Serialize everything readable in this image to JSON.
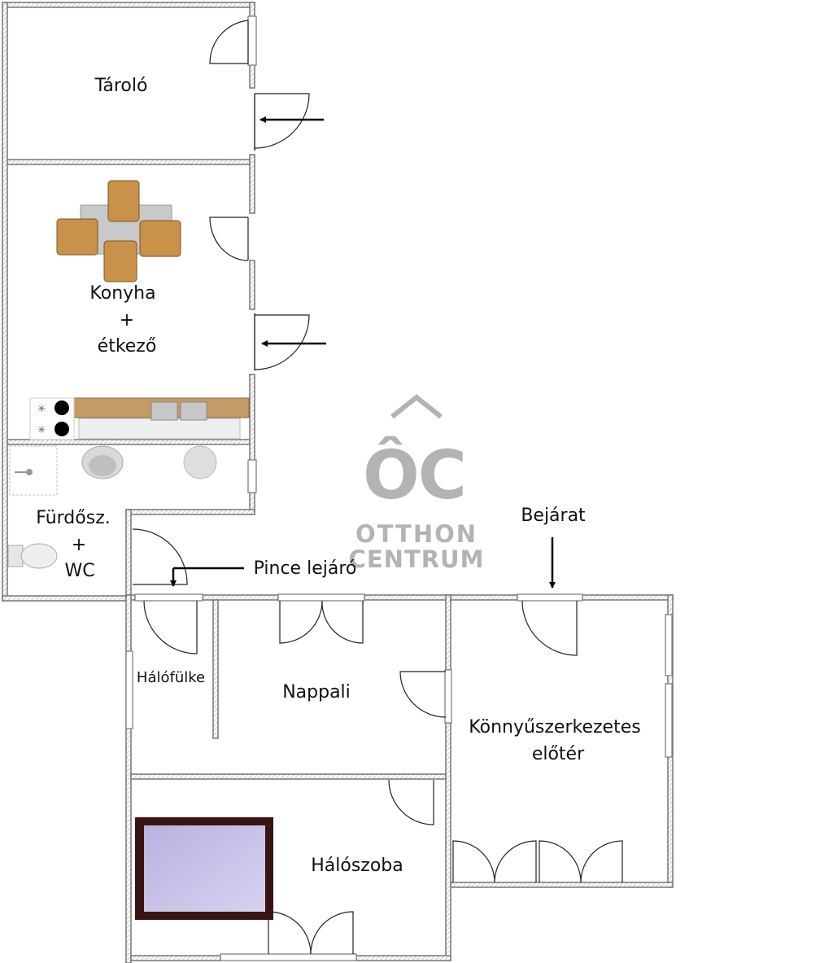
{
  "rooms": {
    "storage": "Tároló",
    "kitchen_l1": "Konyha",
    "kitchen_l2": "+",
    "kitchen_l3": "étkező",
    "bath_l1": "Fürdősz.",
    "bath_l2": "+",
    "bath_l3": "WC",
    "alcove": "Hálófülke",
    "living": "Nappali",
    "hall_l1": "Könnyűszerkezetes",
    "hall_l2": "előtér",
    "bedroom": "Hálószoba"
  },
  "annotations": {
    "cellar": "Pince lejáró",
    "entrance": "Bejárat"
  },
  "logo": {
    "mark": "ÔC",
    "line1": "OTTHON",
    "line2": "CENTRUM"
  },
  "colors": {
    "wall": "#777777",
    "hatch": "#bdbdbd",
    "logo": "#b3b3b3",
    "furniture_wood": "#c8924a",
    "bed_frame": "#3a1414",
    "bed_sheet": "#c9c3e8"
  }
}
